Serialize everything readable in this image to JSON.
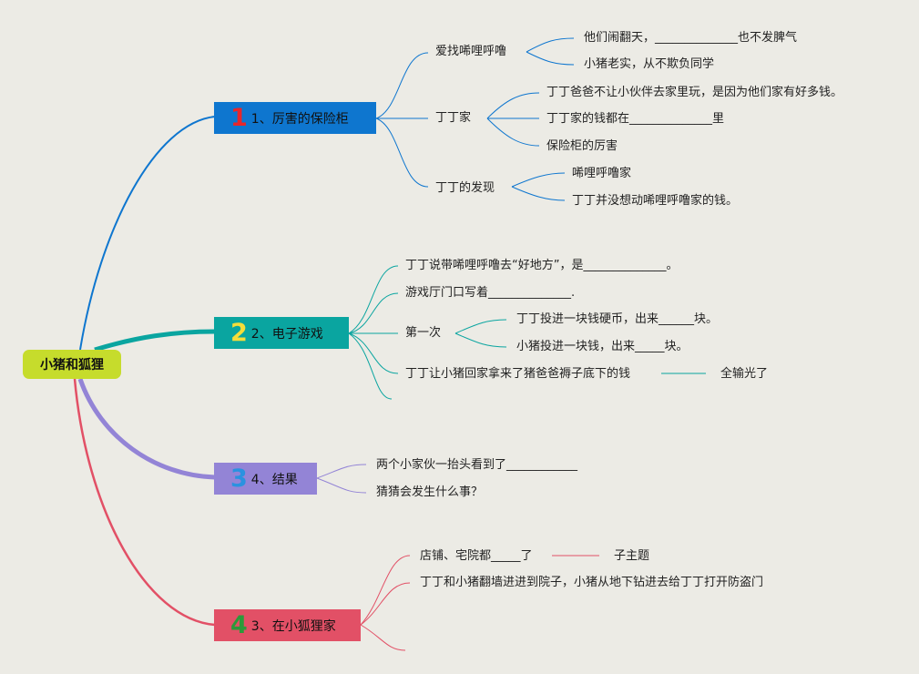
{
  "root": {
    "label": "小猪和狐狸"
  },
  "topics": [
    {
      "badge": "1",
      "label": "1、厉害的保险柜",
      "color": "#0e76cf",
      "badge_color": "#e8262b"
    },
    {
      "badge": "2",
      "label": "2、电子游戏",
      "color": "#0aa5a0",
      "badge_color": "#f4dd3a"
    },
    {
      "badge": "3",
      "label": "4、结果",
      "color": "#9384d6",
      "badge_color": "#2a92e0"
    },
    {
      "badge": "4",
      "label": "3、在小狐狸家",
      "color": "#e25066",
      "badge_color": "#2c9a3a"
    }
  ],
  "t1": {
    "sub1": "爱找唏哩呼噜",
    "sub1_items": [
      "他们闹翻天，______________也不发脾气",
      "小猪老实，从不欺负同学"
    ],
    "sub2": "丁丁家",
    "sub2_items": [
      "丁丁爸爸不让小伙伴去家里玩，是因为他们家有好多钱。",
      "丁丁家的钱都在______________里",
      "保险柜的厉害"
    ],
    "sub3": "丁丁的发现",
    "sub3_items": [
      "唏哩呼噜家",
      "丁丁并没想动唏哩呼噜家的钱。"
    ]
  },
  "t2": {
    "item1": "丁丁说带唏哩呼噜去“好地方”，是______________。",
    "item2": "游戏厅门口写着______________.",
    "sub": "第一次",
    "sub_items": [
      "丁丁投进一块钱硬币，出来______块。",
      "小猪投进一块钱，出来_____块。"
    ],
    "item4": "丁丁让小猪回家拿来了猪爸爸褥子底下的钱",
    "item4_child": "全输光了"
  },
  "t3": {
    "items": [
      "两个小家伙一抬头看到了____________",
      "猜猜会发生什么事？"
    ]
  },
  "t4": {
    "item1": "店铺、宅院都_____了",
    "item1_child": "子主题",
    "item2": "丁丁和小猪翻墙进进到院子，小猪从地下钻进去给丁丁打开防盗门"
  }
}
